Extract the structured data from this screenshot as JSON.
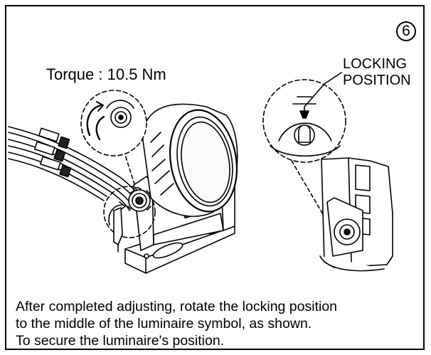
{
  "step": {
    "number": "6"
  },
  "labels": {
    "torque": "Torque : 10.5 Nm",
    "locking_line1": "LOCKING",
    "locking_line2": "POSITION"
  },
  "caption": {
    "line1": "After completed adjusting, rotate the locking position",
    "line2": "to the middle of the luminaire symbol, as shown.",
    "line3": "To secure the luminaire's position."
  },
  "icons": {
    "rotation_arrow": "curved-rotate-arrow-icon",
    "hex_key": "hex-key-icon",
    "luminaire_symbol": "luminaire-symbol-icon"
  }
}
